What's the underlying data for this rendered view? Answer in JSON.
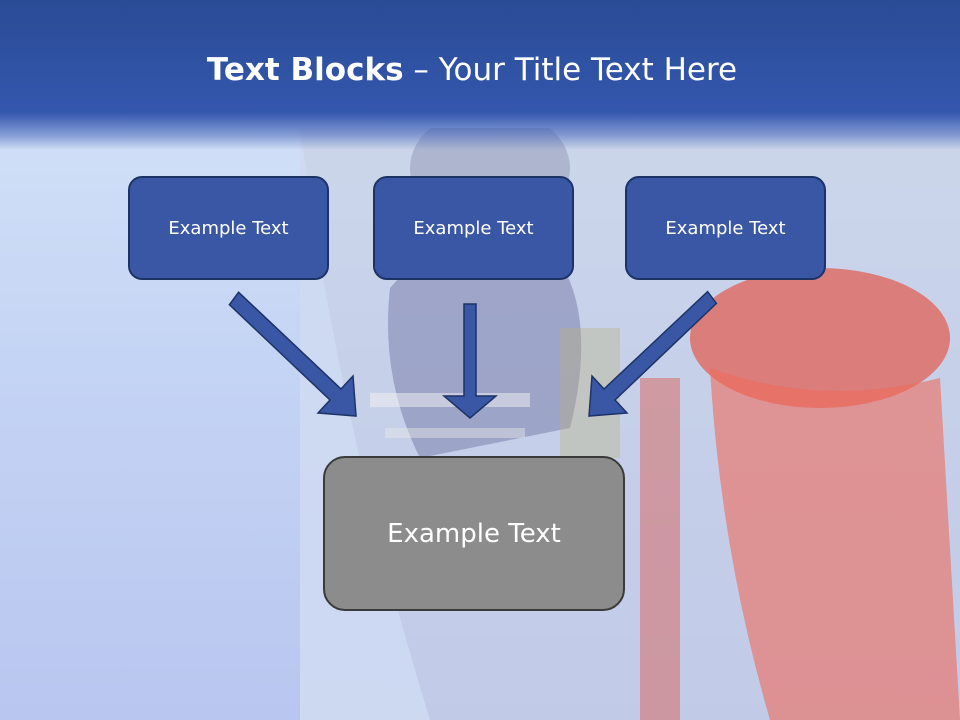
{
  "title": {
    "bold": "Text Blocks",
    "rest": " – Your Title Text Here"
  },
  "blocks": [
    {
      "label": "Example Text"
    },
    {
      "label": "Example Text"
    },
    {
      "label": "Example Text"
    }
  ],
  "result": {
    "label": "Example Text"
  },
  "colors": {
    "header": "#2a4b95",
    "block": "#3a57a6",
    "result": "#8c8c8c",
    "arrow": "#3a57a6"
  }
}
